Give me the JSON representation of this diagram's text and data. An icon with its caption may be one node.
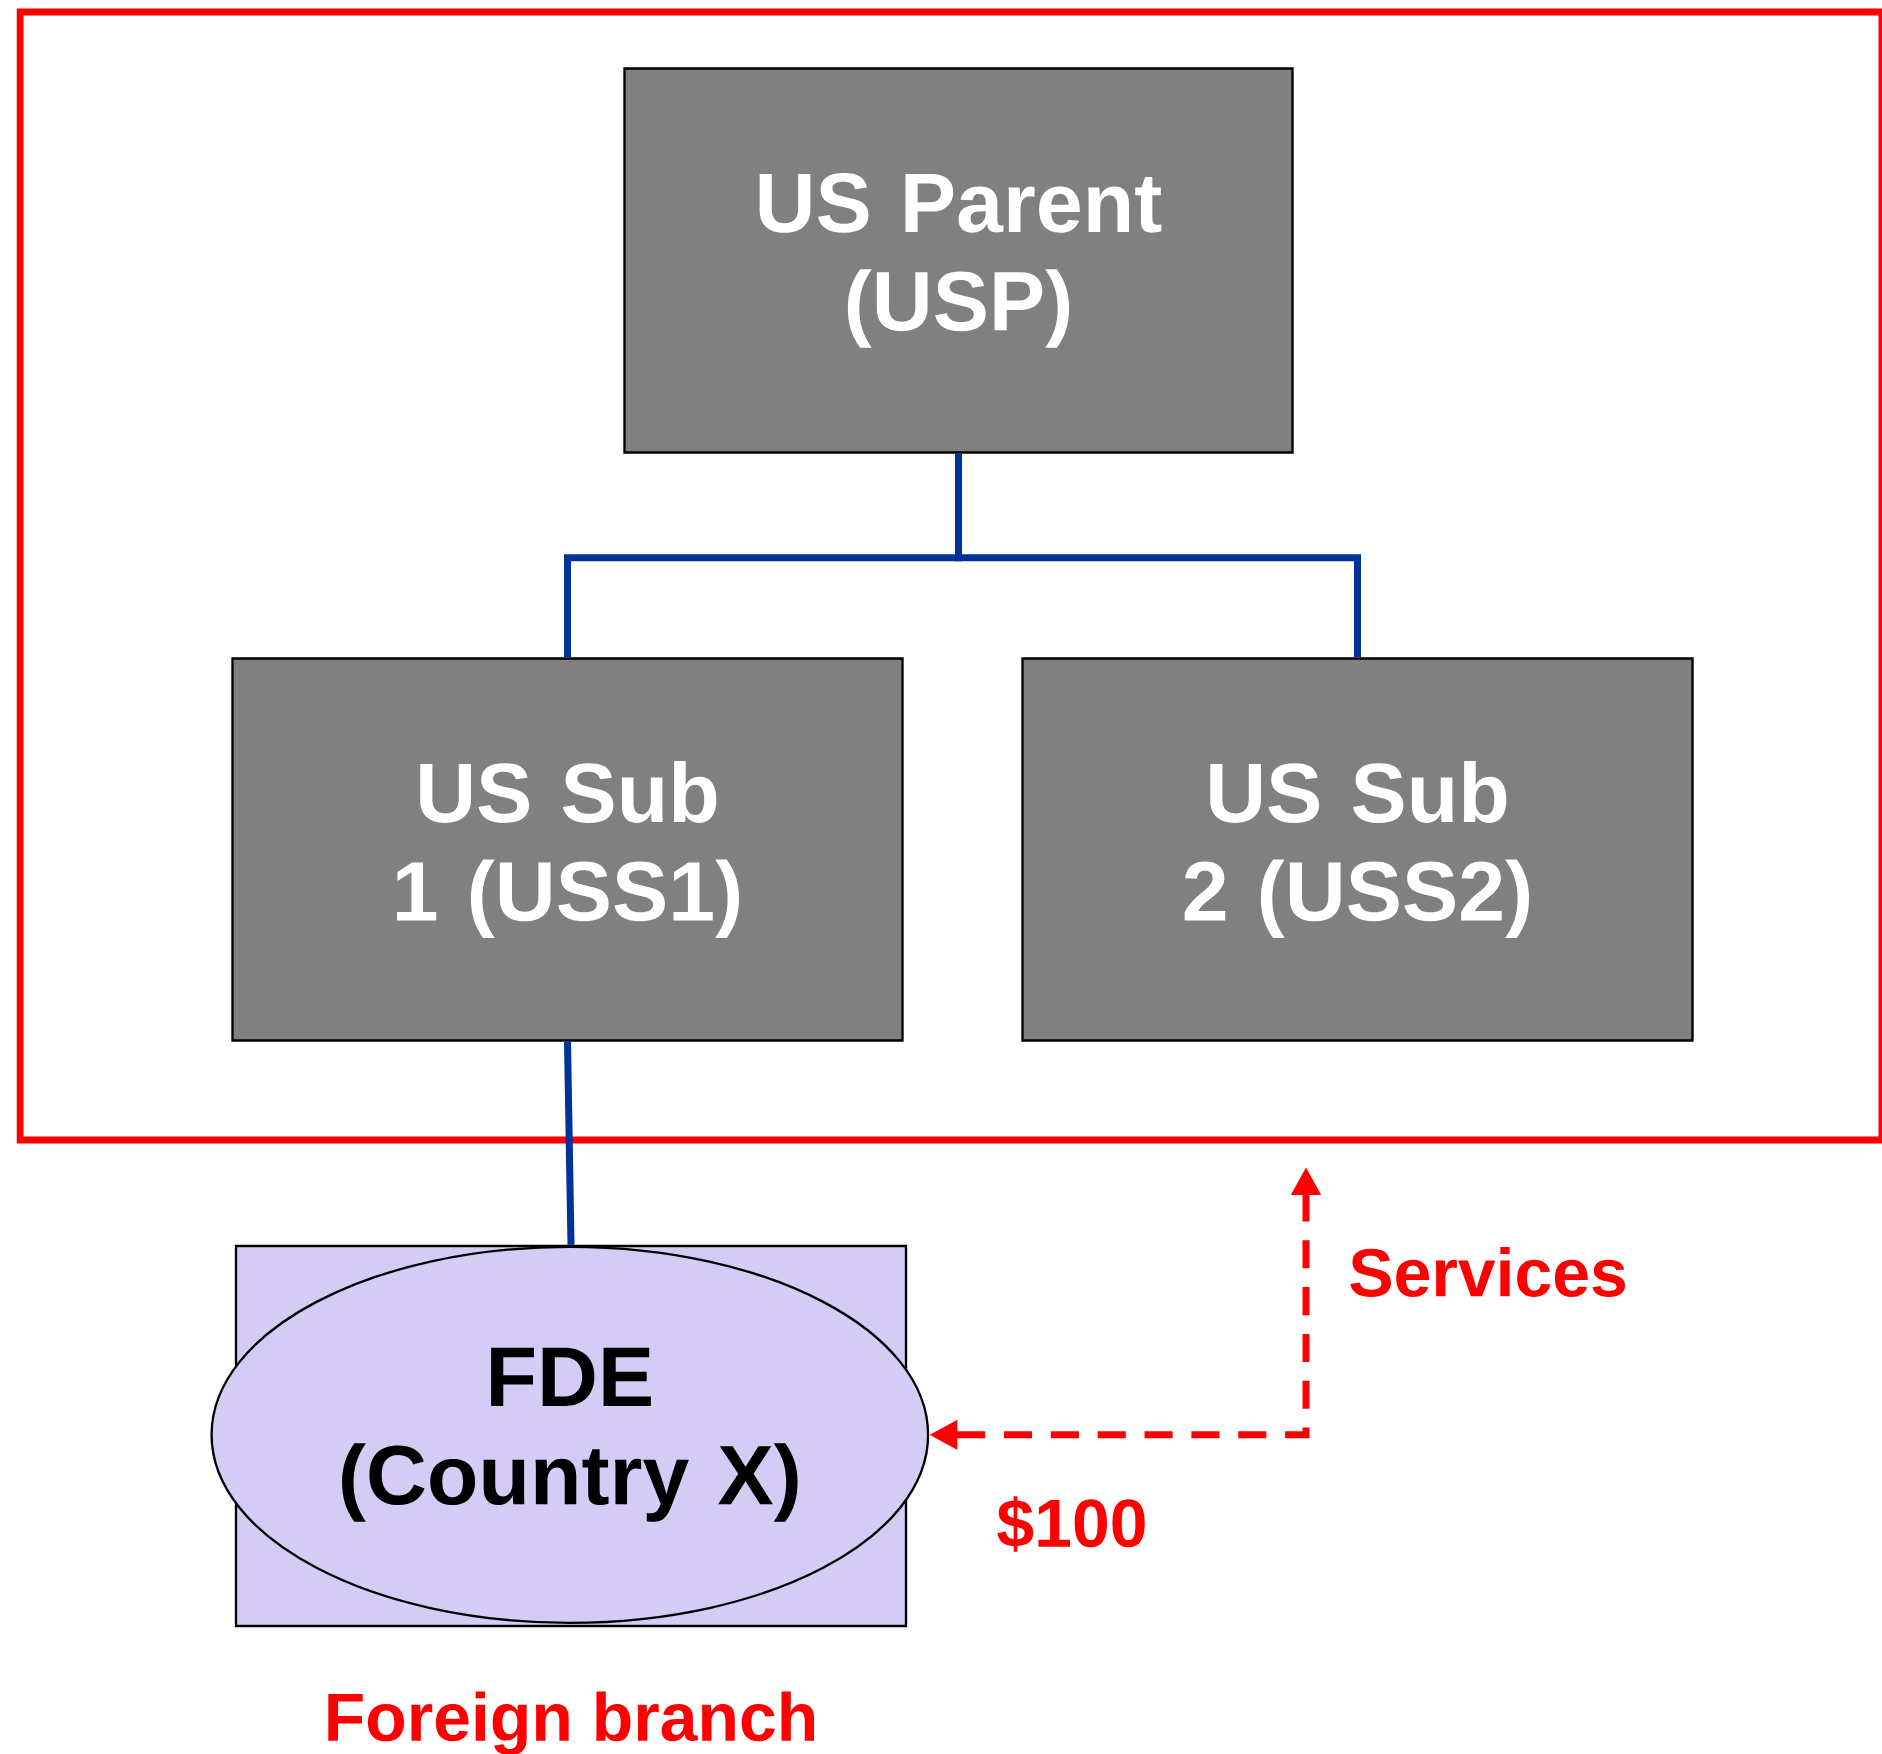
{
  "diagram": {
    "nodes": [
      {
        "text": [],
        "shape": "box"
      },
      {
        "text": [
          "US Parent (USP)"
        ],
        "in": 0
      },
      {
        "text": [
          "US Sub 1 (USS1)"
        ],
        "in": 0
      },
      {
        "text": [
          "US Sub 2 (USS2)"
        ],
        "in": 0
      },
      {
        "text": [],
        "shape": "box",
        "beside": [
          "Foreign branch"
        ]
      },
      {
        "text": [
          "FDE (Country X)"
        ],
        "in": 4
      }
    ],
    "edges": [
      {
        "from": 1,
        "to": 2,
        "arrow": "none",
        "color": "#003399"
      },
      {
        "from": 1,
        "to": 3,
        "arrow": "none",
        "color": "#003399"
      },
      {
        "from": 2,
        "to": 4,
        "arrow": "none",
        "color": "#003399"
      },
      {
        "from": 0,
        "to": 5,
        "arrow": "both",
        "style": "dashed",
        "color": "#ff0000",
        "label": "Services"
      }
    ],
    "labels": [
      "$100"
    ]
  }
}
